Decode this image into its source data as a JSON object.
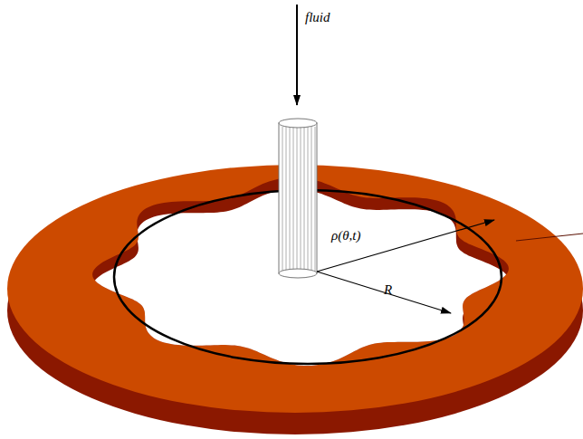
{
  "diagram": {
    "labels": [
      "fluid",
      "ρ(θ,t)",
      "R"
    ]
  }
}
